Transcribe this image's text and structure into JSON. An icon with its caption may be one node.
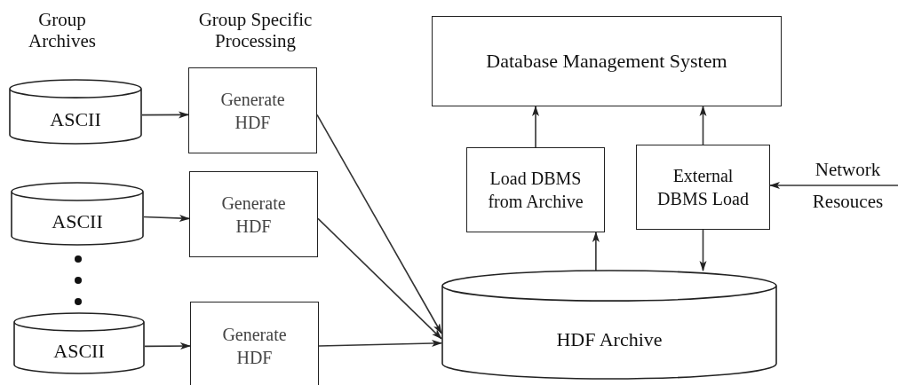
{
  "diagram": {
    "nodes": [
      {
        "text": [
          "ASCII"
        ]
      },
      {
        "text": [
          "ASCII"
        ]
      },
      {
        "text": [
          "ASCII"
        ]
      },
      {
        "text": [
          "Generate HDF"
        ]
      },
      {
        "text": [
          "Generate HDF"
        ]
      },
      {
        "text": [
          "Generate HDF"
        ]
      },
      {
        "text": [
          "Database Management System"
        ]
      },
      {
        "text": [
          "Load DBMS from Archive"
        ]
      },
      {
        "text": [
          "External DBMS Load"
        ]
      },
      {
        "text": [
          "Network Resouces"
        ]
      },
      {
        "text": [
          "HDF Archive"
        ]
      }
    ],
    "edges": [
      {
        "from": 0,
        "to": 3,
        "arrow": "to"
      },
      {
        "from": 1,
        "to": 4,
        "arrow": "to"
      },
      {
        "from": 2,
        "to": 5,
        "arrow": "to"
      },
      {
        "from": 3,
        "to": 10,
        "arrow": "to"
      },
      {
        "from": 4,
        "to": 10,
        "arrow": "to"
      },
      {
        "from": 5,
        "to": 10,
        "arrow": "to"
      },
      {
        "from": 10,
        "to": 7,
        "arrow": "to"
      },
      {
        "from": 7,
        "to": 6,
        "arrow": "to"
      },
      {
        "from": 8,
        "to": 6,
        "arrow": "to"
      },
      {
        "from": 8,
        "to": 10,
        "arrow": "to"
      },
      {
        "from": 9,
        "to": 8,
        "arrow": "to"
      }
    ],
    "labels": [
      "Group Archives",
      "Group Specific Processing"
    ]
  }
}
